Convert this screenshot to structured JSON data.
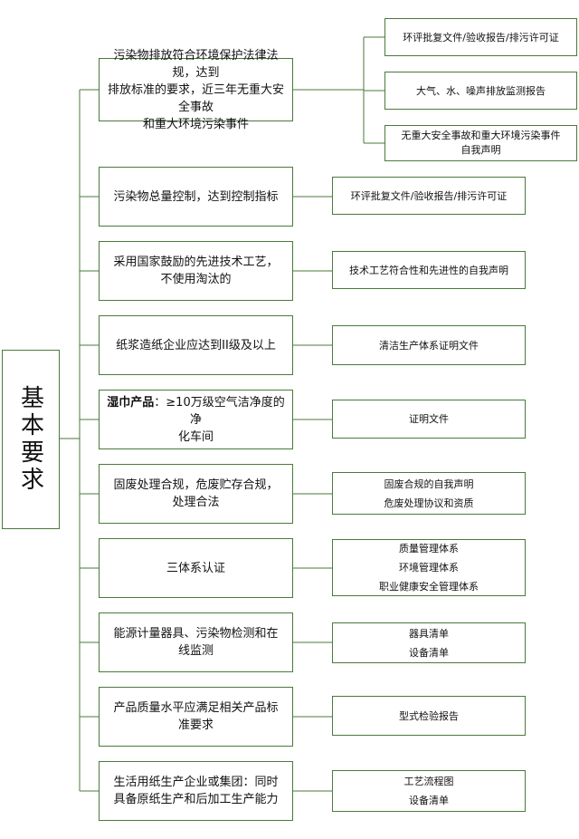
{
  "colors": {
    "border": "#4a7a3a",
    "line": "#4a7a3a"
  },
  "root": {
    "label": "基本要求"
  },
  "requirements": [
    {
      "lines": [
        "污染物排放符合环境保护法律法规，达到",
        "排放标准的要求，近三年无重大安全事故",
        "和重大环境污染事件"
      ],
      "docs": [
        [
          "环评批复文件/验收报告/排污许可证"
        ],
        [
          "大气、水、噪声排放监测报告"
        ],
        [
          "无重大安全事故和重大环境污染事件",
          "自我声明"
        ]
      ]
    },
    {
      "lines": [
        "污染物总量控制，达到控制指标"
      ],
      "docs": [
        [
          "环评批复文件/验收报告/排污许可证"
        ]
      ]
    },
    {
      "lines": [
        "采用国家鼓励的先进技术工艺，",
        "不使用淘汰的"
      ],
      "docs": [
        [
          "技术工艺符合性和先进性的自我声明"
        ]
      ]
    },
    {
      "lines": [
        "纸浆造纸企业应达到II级及以上"
      ],
      "docs": [
        [
          "清洁生产体系证明文件"
        ]
      ]
    },
    {
      "bold_prefix": "湿巾产品",
      "lines": [
        "：≥10万级空气洁净度的净",
        "化车间"
      ],
      "docs": [
        [
          "证明文件"
        ]
      ]
    },
    {
      "lines": [
        "固废处理合规，危废贮存合规，",
        "处理合法"
      ],
      "docs": [
        [
          "固废合规的自我声明",
          "危废处理协议和资质"
        ]
      ]
    },
    {
      "lines": [
        "三体系认证"
      ],
      "docs": [
        [
          "质量管理体系",
          "环境管理体系",
          "职业健康安全管理体系"
        ]
      ]
    },
    {
      "lines": [
        "能源计量器具、污染物检测和在",
        "线监测"
      ],
      "docs": [
        [
          "器具清单",
          "设备清单"
        ]
      ]
    },
    {
      "lines": [
        "产品质量水平应满足相关产品标",
        "准要求"
      ],
      "docs": [
        [
          "型式检验报告"
        ]
      ]
    },
    {
      "lines": [
        "生活用纸生产企业或集团：同时",
        "具备原纸生产和后加工生产能力"
      ],
      "docs": [
        [
          "工艺流程图",
          "设备清单"
        ]
      ]
    }
  ]
}
